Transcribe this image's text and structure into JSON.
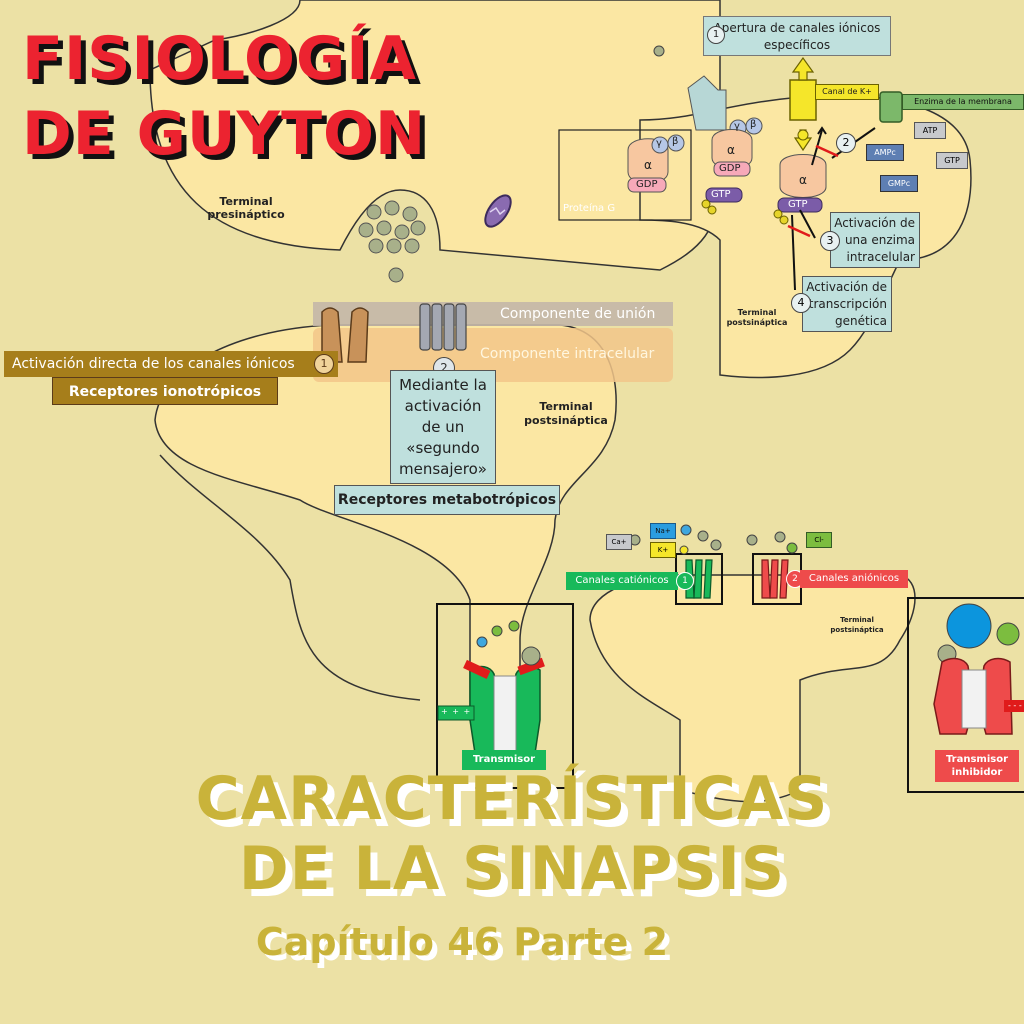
{
  "header": {
    "line1": "FISIOLOGÍA",
    "line2": "DE GUYTON"
  },
  "footer": {
    "title_line1": "CARACTERÍSTICAS",
    "title_line2": "DE LA SINAPSIS",
    "subtitle": "Capítulo 46 Parte 2"
  },
  "left_panel": {
    "presynaptic_label_1": "Terminal",
    "presynaptic_label_2": "presináptico",
    "postsynaptic_label_1": "Terminal",
    "postsynaptic_label_2": "postsináptica",
    "binding_component": "Componente de unión",
    "intracellular_component": "Componente intracelular",
    "direct_activation": "Activación directa de los canales iónicos",
    "badge_1": "1",
    "ionotropic": "Receptores ionotrópicos",
    "badge_2": "2",
    "second_messenger": [
      "Mediante la",
      "activación",
      "de un",
      "«segundo",
      "mensajero»"
    ],
    "metabotropic": "Receptores metabotrópicos"
  },
  "gprotein_panel": {
    "step1": [
      "Apertura de canales iónicos",
      "específicos"
    ],
    "step1_num": "1",
    "k_channel": "Canal de K+",
    "membrane_enzyme": "Enzima de la membrana",
    "atp": "ATP",
    "ampc": "AMPc",
    "gtp_box": "GTP",
    "gmpc": "GMPc",
    "step2_num": "2",
    "step3_num": "3",
    "step3": [
      "Activación de",
      "una enzima",
      "intracelular"
    ],
    "step4_num": "4",
    "step4": [
      "Activación de",
      "transcripción",
      "genética"
    ],
    "protein_g": "Proteína G",
    "alpha": "α",
    "beta": "β",
    "gamma": "γ",
    "gdp": "GDP",
    "gtp": "GTP",
    "postsynaptic_label_1": "Terminal",
    "postsynaptic_label_2": "postsináptica"
  },
  "channels_panel": {
    "ca": "Ca+",
    "na": "Na+",
    "k": "K+",
    "cl": "Cl-",
    "cationic": "Canales catiónicos",
    "cationic_num": "1",
    "anionic": "Canales aniónicos",
    "anionic_num": "2",
    "postsynaptic_label_1": "Terminal",
    "postsynaptic_label_2": "postsináptica",
    "plus_signs": "+ + +",
    "minus_signs": "- - -",
    "excitatory": "Transmisor",
    "inhibitory_1": "Transmisor",
    "inhibitory_2": "inhibidor"
  },
  "colors": {
    "background": "#ece1a5",
    "terminal_fill": "#fbe7a3",
    "accent_red": "#ec2330",
    "gold_title": "#c9b33a",
    "ionotropic_gold": "#a67e1b",
    "info_box": "#bfe0dd",
    "cationic_green": "#18b95a",
    "anionic_red": "#ee4b4b",
    "gtp_purple": "#7b5ca8"
  }
}
